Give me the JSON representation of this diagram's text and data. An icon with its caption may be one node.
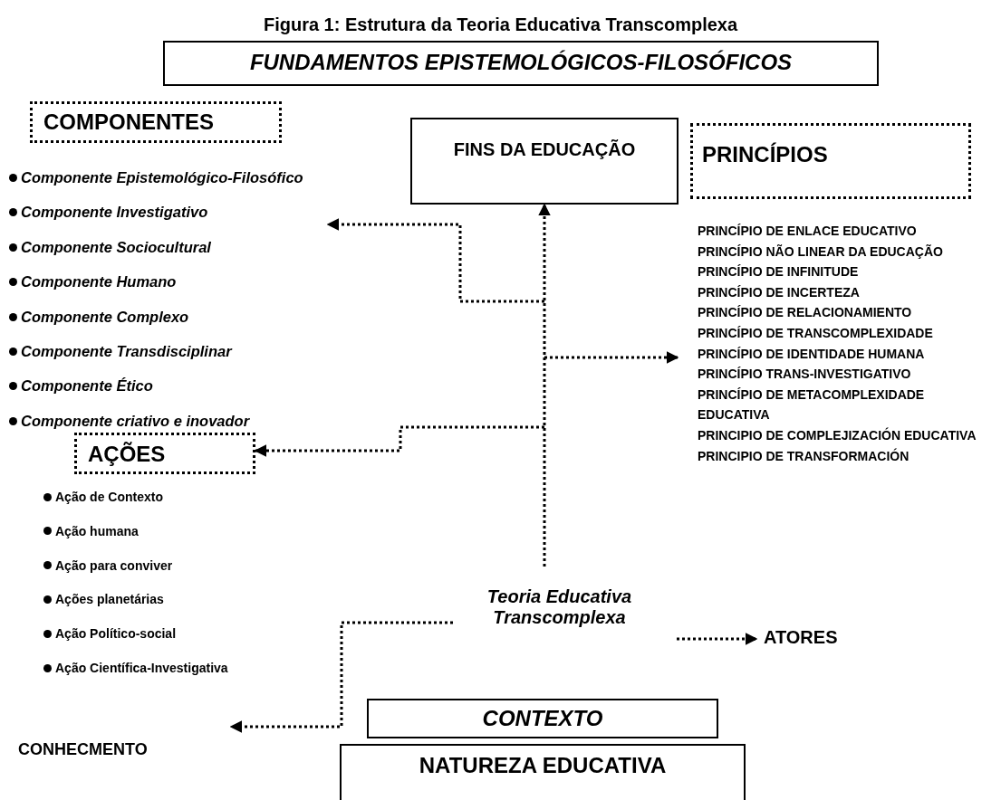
{
  "diagram": {
    "title": "Figura 1: Estrutura da Teoria Educativa Transcomplexa",
    "nodes": [
      {
        "text": [
          "FUNDAMENTOS EPISTEMOLÓGICOS-FILOSÓFICOS"
        ]
      },
      {
        "text": [
          "COMPONENTES"
        ]
      },
      {
        "text": [
          "Componente Epistemológico-Filosófico",
          "Componente Investigativo",
          "Componente Sociocultural",
          "Componente Humano",
          "Componente Complexo",
          "Componente Transdisciplinar",
          "Componente Ético",
          "Componente criativo e inovador"
        ]
      },
      {
        "text": [
          "FINS DA EDUCAÇÃO"
        ]
      },
      {
        "text": [
          "PRINCÍPIOS"
        ]
      },
      {
        "text": [
          "PRINCÍPIO DE ENLACE EDUCATIVO",
          "PRINCÍPIO NÃO LINEAR DA EDUCAÇÃO",
          "PRINCÍPIO DE INFINITUDE",
          "PRINCÍPIO DE INCERTEZA",
          "PRINCÍPIO DE RELACIONAMIENTO",
          "PRINCÍPIO DE TRANSCOMPLEXIDADE",
          "PRINCÍPIO DE IDENTIDADE HUMANA",
          "PRINCÍPIO TRANS-INVESTIGATIVO",
          "PRINCÍPIO DE METACOMPLEXIDADE EDUCATIVA",
          "PRINCIPIO DE COMPLEJIZACIÓN EDUCATIVA",
          "PRINCIPIO DE TRANSFORMACIÓN"
        ]
      },
      {
        "text": [
          "AÇÕES"
        ]
      },
      {
        "text": [
          "Ação de Contexto",
          "Ação humana",
          "Ação para conviver",
          "Ações planetárias",
          "Ação Político-social",
          "Ação Científica-Investigativa"
        ]
      },
      {
        "text": [
          "Teoria Educativa Transcomplexa"
        ]
      },
      {
        "text": [
          "ATORES"
        ]
      },
      {
        "text": [
          "CONTEXTO"
        ]
      },
      {
        "text": [
          "NATUREZA EDUCATIVA"
        ]
      },
      {
        "text": [
          "CONHECMENTO"
        ]
      }
    ],
    "edges": [
      {
        "from": null,
        "to": 3,
        "arrow": "to"
      },
      {
        "from": null,
        "to": 2,
        "arrow": "to"
      },
      {
        "from": null,
        "to": 5,
        "arrow": "to"
      },
      {
        "from": null,
        "to": 6,
        "arrow": "to"
      },
      {
        "from": 8,
        "to": 9,
        "arrow": "to"
      },
      {
        "from": 8,
        "to": null,
        "arrow": "to"
      }
    ]
  }
}
